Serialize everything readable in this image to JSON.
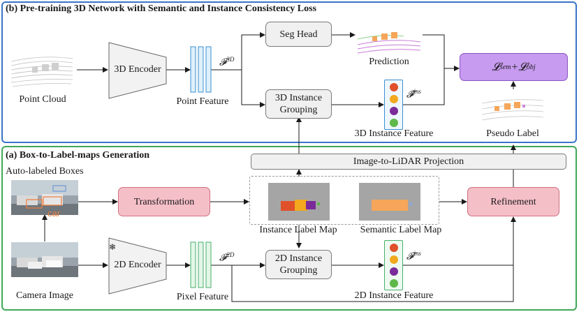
{
  "panel_b": {
    "title": "(b) Pre-training 3D Network with Semantic and Instance Consistency Loss",
    "point_cloud": "Point Cloud",
    "encoder_3d": "3D Encoder",
    "point_feature": "Point Feature",
    "f3d_symbol": "𝓕",
    "f3d_sup": "3D",
    "seg_head": "Seg Head",
    "prediction": "Prediction",
    "instance_grouping_3d": [
      "3D Instance",
      "Grouping"
    ],
    "f_ins_hat_symbol": "𝓕̂",
    "f_ins_hat_sup": "ins",
    "instance_feature_3d": "3D Instance Feature",
    "loss_main": "𝓛",
    "loss_sub1": "sem",
    "loss_plus": " + ",
    "loss_sub2": "obj",
    "pseudo_label": "Pseudo Label"
  },
  "panel_a": {
    "title": "(a) Box-to-Label-maps Generation",
    "auto_labeled_boxes": "Auto-labeled Boxes",
    "car_tag": "car",
    "transformation": "Transformation",
    "projection": "Image-to-LiDAR Projection",
    "instance_label_map": "Instance Label Map",
    "semantic_label_map": "Semantic Label Map",
    "refinement": "Refinement",
    "camera_image": "Camera Image",
    "frozen_mark": "❄",
    "encoder_2d": "2D Encoder",
    "pixel_feature": "Pixel Feature",
    "f2d_symbol": "𝓕",
    "f2d_sup": "2D",
    "instance_grouping_2d": [
      "2D Instance",
      "Grouping"
    ],
    "f_ins_symbol": "𝓕",
    "f_ins_sup": "ins",
    "instance_feature_2d": "2D Instance Feature"
  },
  "colors": {
    "panel_b_border": "#3a74c7",
    "panel_a_border": "#3fa858",
    "loss_box": "#c79bef",
    "pink_box": "#f5bfc8",
    "instance_red": "#e0502a",
    "instance_orange": "#f2a81e",
    "instance_purple": "#7b2a9a",
    "instance_green": "#5fb84a"
  }
}
